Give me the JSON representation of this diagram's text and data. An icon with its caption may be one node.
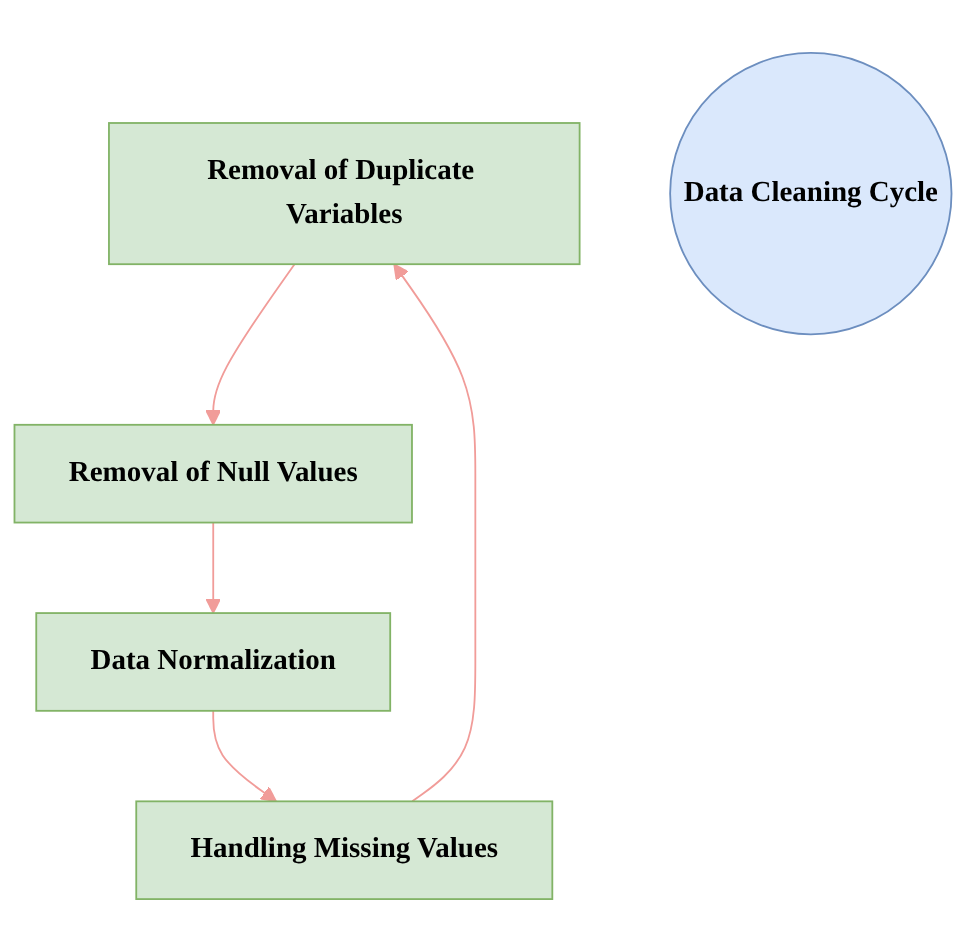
{
  "diagram": {
    "nodes": [
      {
        "text": [
          "Removal of Duplicate Variables"
        ]
      },
      {
        "text": [
          "Handling Missing Values"
        ]
      },
      {
        "text": [
          "Data Cleaning Cycle"
        ]
      },
      {
        "text": [
          "Removal of Null Values"
        ]
      },
      {
        "text": [
          "Data Normalization"
        ]
      }
    ],
    "edges": [
      {
        "from": 0,
        "to": 3,
        "arrow": "to",
        "color": "#f19c99"
      },
      {
        "from": 3,
        "to": 4,
        "arrow": "to",
        "color": "#f19c99"
      },
      {
        "from": 4,
        "to": 1,
        "arrow": "to",
        "color": "#f19c99"
      },
      {
        "from": 1,
        "to": 0,
        "arrow": "to",
        "color": "#f19c99"
      }
    ]
  }
}
